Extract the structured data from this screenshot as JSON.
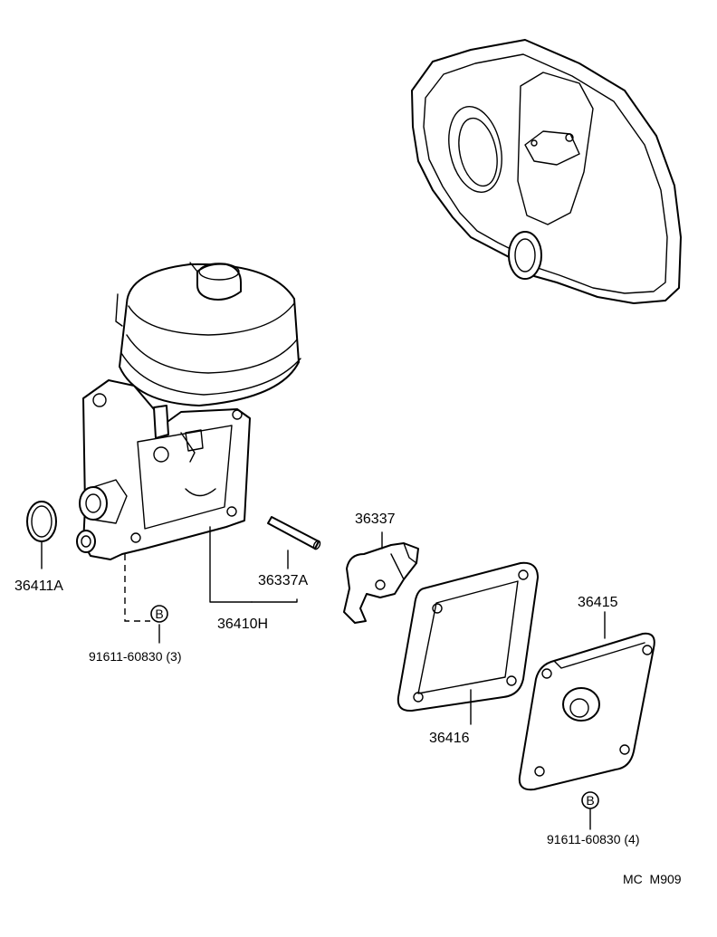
{
  "parts": {
    "oring": "36411A",
    "booster": "36410H",
    "pin": "36337A",
    "lever": "36337",
    "gasket": "36416",
    "cover": "36415"
  },
  "bolts": {
    "left": {
      "symbol": "B",
      "part": "91611-60830 (3)"
    },
    "right": {
      "symbol": "B",
      "part": "91611-60830 (4)"
    }
  },
  "footer": {
    "code": "MC  M909"
  }
}
